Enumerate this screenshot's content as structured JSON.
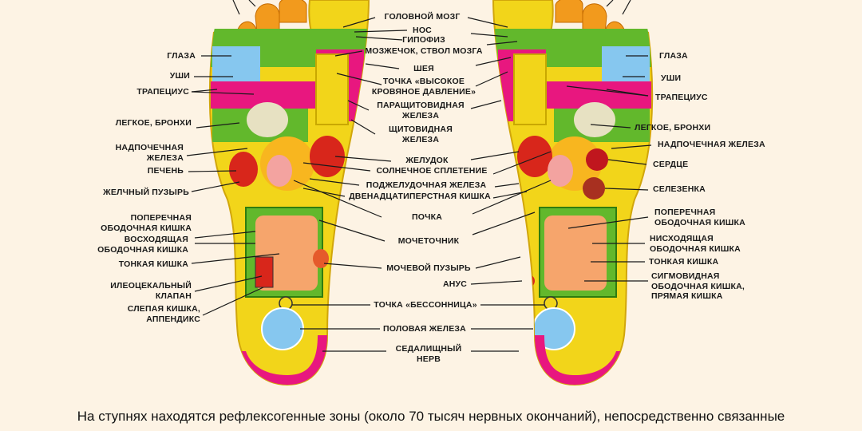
{
  "left_labels": {
    "eyes": "ГЛАЗА",
    "ears": "УШИ",
    "trapezius": "ТРАПЕЦИУС",
    "lungs": "ЛЕГКОЕ, БРОНХИ",
    "adrenal": "НАДПОЧЕЧНАЯ\nЖЕЛЕЗА",
    "liver": "ПЕЧЕНЬ",
    "gallbladder": "ЖЕЛЧНЫЙ ПУЗЫРЬ",
    "transverse_colon": "ПОПЕРЕЧНАЯ\nОБОДОЧНАЯ КИШКА",
    "ascending_colon": "ВОСХОДЯЩАЯ\nОБОДОЧНАЯ КИШКА",
    "small_intestine": "ТОНКАЯ КИШКА",
    "ileocecal": "ИЛЕОЦЕКАЛЬНЫЙ\nКЛАПАН",
    "cecum": "СЛЕПАЯ КИШКА,\nАППЕНДИКС"
  },
  "center_labels": {
    "brain": "ГОЛОВНОЙ МОЗГ",
    "nose": "НОС",
    "pituitary": "ГИПОФИЗ",
    "cerebellum": "МОЗЖЕЧОК, СТВОЛ МОЗГА",
    "neck": "ШЕЯ",
    "hypertension_point": "ТОЧКА «ВЫСОКОЕ\nКРОВЯНОЕ ДАВЛЕНИЕ»",
    "parathyroid": "ПАРАЩИТОВИДНАЯ\nЖЕЛЕЗА",
    "thyroid": "ЩИТОВИДНАЯ\nЖЕЛЕЗА",
    "stomach": "ЖЕЛУДОК",
    "solar_plexus": "СОЛНЕЧНОЕ СПЛЕТЕНИЕ",
    "pancreas": "ПОДЖЕЛУДОЧНАЯ ЖЕЛЕЗА",
    "duodenum": "ДВЕНАДЦАТИПЕРСТНАЯ КИШКА",
    "kidney": "ПОЧКА",
    "ureter": "МОЧЕТОЧНИК",
    "bladder": "МОЧЕВОЙ ПУЗЫРЬ",
    "anus": "АНУС",
    "insomnia_point": "ТОЧКА «БЕССОННИЦА»",
    "gonad": "ПОЛОВАЯ ЖЕЛЕЗА",
    "sciatic": "СЕДАЛИЩНЫЙ\nНЕРВ"
  },
  "right_labels": {
    "eyes": "ГЛАЗА",
    "ears": "УШИ",
    "trapezius": "ТРАПЕЦИУС",
    "lungs": "ЛЕГКОЕ, БРОНХИ",
    "adrenal": "НАДПОЧЕЧНАЯ ЖЕЛЕЗА",
    "heart": "СЕРДЦЕ",
    "spleen": "СЕЛЕЗЕНКА",
    "transverse_colon": "ПОПЕРЕЧНАЯ\nОБОДОЧНАЯ КИШКА",
    "descending_colon": "НИСХОДЯЩАЯ\nОБОДОЧНАЯ КИШКА",
    "small_intestine": "ТОНКАЯ КИШКА",
    "sigmoid": "СИГМОВИДНАЯ\nОБОДОЧНАЯ КИШКА,\nПРЯМАЯ КИШКА"
  },
  "caption": "На ступнях находятся рефлексогенные зоны (около 70 тысяч нервных окончаний), непосредственно связанные",
  "colors": {
    "background": "#fdf3e4",
    "yellow": "#f2d51a",
    "green": "#62b82c",
    "magenta": "#e8177f",
    "blue": "#86c7ef",
    "orange": "#f29a1d",
    "red": "#d8261b",
    "pink": "#f3a3a0"
  }
}
